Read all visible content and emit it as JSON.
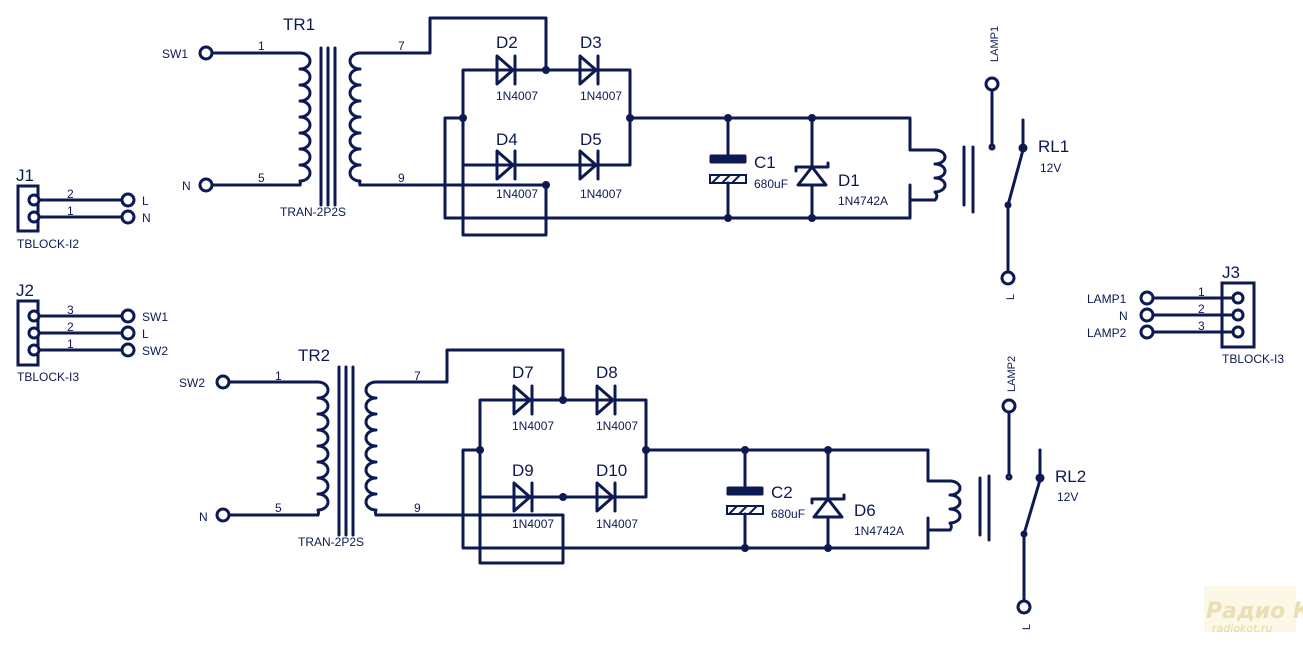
{
  "colors": {
    "ink": "#0d1a52",
    "background": "#ffffff",
    "watermark": "#e9dfb2"
  },
  "tr1": {
    "ref": "TR1",
    "part": "TRAN-2P2S",
    "pin_p1": "1",
    "pin_p2": "5",
    "pin_s1": "7",
    "pin_s2": "9",
    "net_a": "SW1",
    "net_b": "N"
  },
  "tr2": {
    "ref": "TR2",
    "part": "TRAN-2P2S",
    "pin_p1": "1",
    "pin_p2": "5",
    "pin_s1": "7",
    "pin_s2": "9",
    "net_a": "SW2",
    "net_b": "N"
  },
  "diodes1": [
    {
      "ref": "D2",
      "part": "1N4007"
    },
    {
      "ref": "D3",
      "part": "1N4007"
    },
    {
      "ref": "D4",
      "part": "1N4007"
    },
    {
      "ref": "D5",
      "part": "1N4007"
    }
  ],
  "diodes2": [
    {
      "ref": "D7",
      "part": "1N4007"
    },
    {
      "ref": "D8",
      "part": "1N4007"
    },
    {
      "ref": "D9",
      "part": "1N4007"
    },
    {
      "ref": "D10",
      "part": "1N4007"
    }
  ],
  "c1": {
    "ref": "C1",
    "value": "680uF"
  },
  "c2": {
    "ref": "C2",
    "value": "680uF"
  },
  "zener1": {
    "ref": "D1",
    "part": "1N4742A"
  },
  "zener2": {
    "ref": "D6",
    "part": "1N4742A"
  },
  "relay1": {
    "ref": "RL1",
    "value": "12V",
    "contact_top": "LAMP1",
    "contact_bottom": "L"
  },
  "relay2": {
    "ref": "RL2",
    "value": "12V",
    "contact_top": "LAMP2",
    "contact_bottom": "L"
  },
  "j1": {
    "ref": "J1",
    "part": "TBLOCK-I2",
    "pins": [
      {
        "num": "2",
        "net": "L"
      },
      {
        "num": "1",
        "net": "N"
      }
    ]
  },
  "j2": {
    "ref": "J2",
    "part": "TBLOCK-I3",
    "pins": [
      {
        "num": "3",
        "net": "SW1"
      },
      {
        "num": "2",
        "net": "L"
      },
      {
        "num": "1",
        "net": "SW2"
      }
    ]
  },
  "j3": {
    "ref": "J3",
    "part": "TBLOCK-I3",
    "pins": [
      {
        "num": "1",
        "net": "LAMP1"
      },
      {
        "num": "2",
        "net": "N"
      },
      {
        "num": "3",
        "net": "LAMP2"
      }
    ]
  },
  "watermark": {
    "logo": "Радио КОТ",
    "site": "radiokot.ru"
  }
}
